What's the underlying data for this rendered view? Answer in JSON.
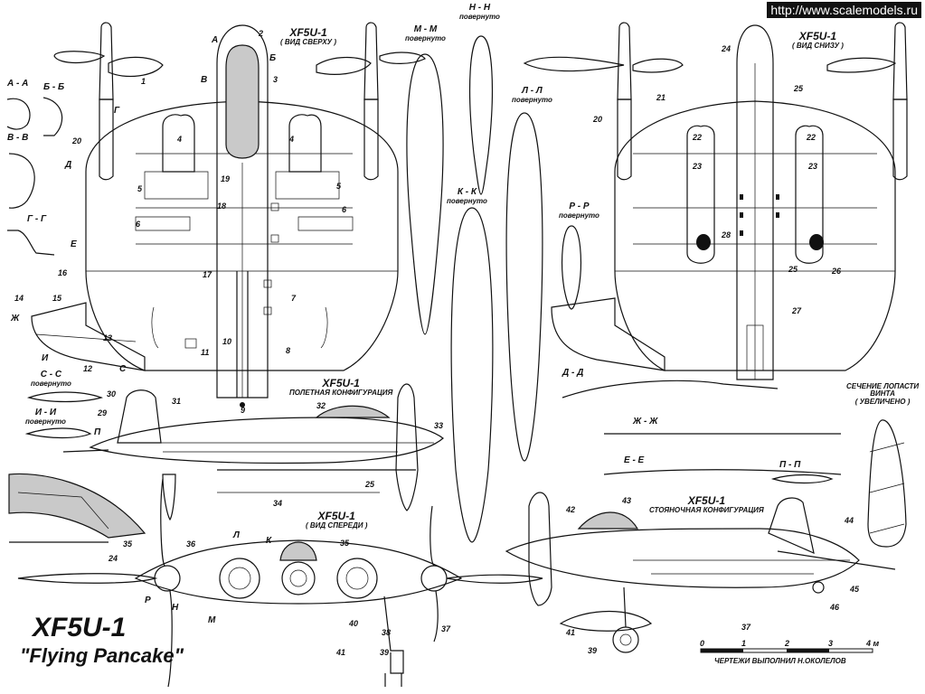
{
  "watermark": "http://www.scalemodels.ru",
  "title": {
    "main": "XF5U-1",
    "sub": "\"Flying Pancake\""
  },
  "views": {
    "top": {
      "title": "XF5U-1",
      "subtitle": "( ВИД СВЕРХУ )"
    },
    "bottom": {
      "title": "XF5U-1",
      "subtitle": "( ВИД СНИЗУ )"
    },
    "flight": {
      "title": "XF5U-1",
      "subtitle": "ПОЛЕТНАЯ КОНФИГУРАЦИЯ"
    },
    "front": {
      "title": "XF5U-1",
      "subtitle": "( ВИД СПЕРЕДИ )"
    },
    "parked": {
      "title": "XF5U-1",
      "subtitle": "СТОЯНОЧНАЯ КОНФИГУРАЦИЯ"
    }
  },
  "sections": {
    "aa": "А - А",
    "bb": "Б - Б",
    "vv": "В - В",
    "gg": "Г - Г",
    "dd": "Д - Д",
    "ee": "Е - Е",
    "zhzh": "Ж - Ж",
    "pp": "П - П",
    "mm": {
      "title": "М - М",
      "note": "повернуто"
    },
    "nn": {
      "title": "Н - Н",
      "note": "повернуто"
    },
    "ll": {
      "title": "Л - Л",
      "note": "повернуто"
    },
    "kk": {
      "title": "К - К",
      "note": "повернуто"
    },
    "rr": {
      "title": "Р - Р",
      "note": "повернуто"
    },
    "ss": {
      "title": "С - С",
      "note": "повернуто"
    },
    "ii": {
      "title": "И - И",
      "note": "повернуто"
    },
    "blade": {
      "line1": "СЕЧЕНИЕ ЛОПАСТИ",
      "line2": "ВИНТА",
      "line3": "( УВЕЛИЧЕНО )"
    }
  },
  "section_markers": {
    "a": "А",
    "b": "Б",
    "v": "В",
    "g": "Г",
    "d": "Д",
    "e": "Е",
    "zh": "Ж",
    "i": "И",
    "s": "С",
    "p1": "П",
    "p2": "П",
    "l": "Л",
    "k": "К",
    "r": "Р",
    "n": "Н",
    "m": "М"
  },
  "callouts": {
    "n1": "1",
    "n2": "2",
    "n3": "3",
    "n4a": "4",
    "n4b": "4",
    "n5a": "5",
    "n5b": "5",
    "n6a": "6",
    "n6b": "6",
    "n7": "7",
    "n8": "8",
    "n9": "9",
    "n10": "10",
    "n11": "11",
    "n12": "12",
    "n13": "13",
    "n14": "14",
    "n15": "15",
    "n16": "16",
    "n17": "17",
    "n18": "18",
    "n19": "19",
    "n20a": "20",
    "n20b": "20",
    "n21": "21",
    "n22a": "22",
    "n22b": "22",
    "n23a": "23",
    "n23b": "23",
    "n24a": "24",
    "n24b": "24",
    "n25a": "25",
    "n25b": "25",
    "n25c": "25",
    "n26": "26",
    "n27": "27",
    "n28": "28",
    "n29": "29",
    "n30": "30",
    "n31": "31",
    "n32": "32",
    "n33": "33",
    "n34": "34",
    "n35a": "35",
    "n35b": "35",
    "n36": "36",
    "n37a": "37",
    "n37b": "37",
    "n38": "38",
    "n39a": "39",
    "n39b": "39",
    "n40": "40",
    "n41a": "41",
    "n41b": "41",
    "n42": "42",
    "n43": "43",
    "n44": "44",
    "n45": "45",
    "n46": "46"
  },
  "scale": {
    "ticks": [
      "0",
      "1",
      "2",
      "3",
      "4 м"
    ],
    "credit": "ЧЕРТЕЖИ ВЫПОЛНИЛ  Н.ОКОЛЕЛОВ"
  }
}
